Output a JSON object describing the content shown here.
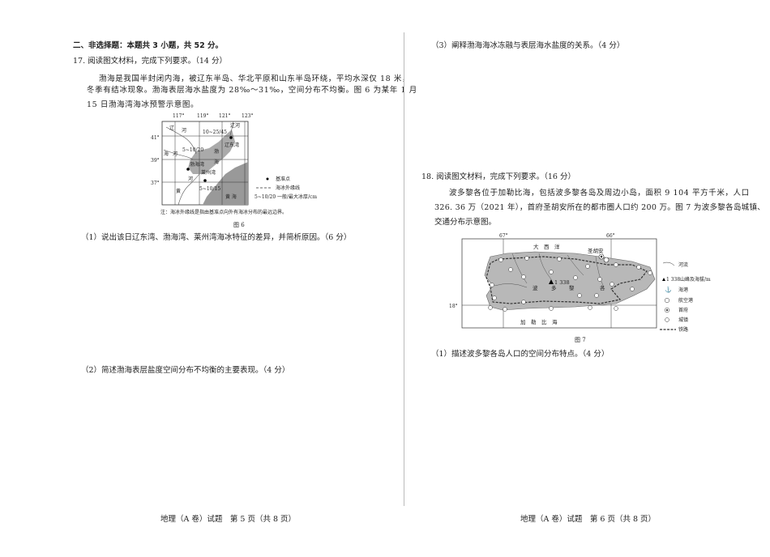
{
  "left_page": {
    "section_heading": "二、非选择题：本题共 3 小题，共 52 分。",
    "q17": {
      "title": "17. 阅读图文材料，完成下列要求。（14 分）",
      "para": [
        "渤海是我国半封闭内海，被辽东半岛、华北平原和山东半岛环绕，平均水深仅 18 米，",
        "冬季有结冰现象。渤海表层海水盐度为 28‰～31‰，空间分布不均衡。图 6 为某年 1 月",
        "15 日渤海湾海冰预警示意图。"
      ],
      "figure": {
        "longitudes": [
          "117°",
          "119°",
          "121°",
          "123°"
        ],
        "latitudes": [
          "41°",
          "39°",
          "37°"
        ],
        "labels": {
          "liao_he": "辽",
          "he1": "河",
          "liao_he2": "辽河",
          "hai": "海",
          "he2": "河",
          "huang": "黄",
          "he3": "河",
          "liaodong_wan": "辽东湾",
          "bohai1": "渤",
          "bohai2": "海",
          "bohai_wan": "渤海湾",
          "laizhou_wan": "莱州湾",
          "huanghai": "黄  海",
          "ice1": "10~25/45",
          "ice2": "5~10/20",
          "ice3": "5~10/15"
        },
        "legend": {
          "point": "基准点",
          "line": "海冰外缘线",
          "thickness_sample": "5~10/20",
          "thickness": "一般/最大冰厚/cm"
        },
        "note": "注：海冰外缘线是指由基准点向外有海冰分布的最远边界。",
        "caption": "图 6"
      },
      "sub1": "（1）说出该日辽东湾、渤海湾、莱州湾海冰特征的差异，并简析原因。（6 分）",
      "sub2": "（2）简述渤海表层盐度空间分布不均衡的主要表现。（4 分）"
    },
    "footer": "地理（A 卷）试题　第 5 页（共 8 页）"
  },
  "right_page": {
    "q17_sub3": "（3）阐释渤海海冰冻融与表层海水盐度的关系。（4 分）",
    "q18": {
      "title": "18. 阅读图文材料，完成下列要求。（16 分）",
      "para": [
        "波多黎各位于加勒比海，包括波多黎各岛及周边小岛，面积 9 104 平方千米，人口",
        "326. 36 万（2021 年），首府圣胡安所在的都市圈人口约 200 万。图 7 为波多黎各岛城镇、",
        "交通分布示意图。"
      ],
      "figure": {
        "longitudes": [
          "67°",
          "66°"
        ],
        "latitudes": [
          "18°"
        ],
        "labels": {
          "atlantic": "大　西　洋",
          "caribbean": "加　勒　比　海",
          "san_juan": "圣胡安",
          "island1": "波",
          "island2": "多",
          "island3": "黎",
          "island4": "各",
          "peak": "1 338"
        },
        "legend": [
          "河流",
          "山峰及海拔/m",
          "海港",
          "航空港",
          "首府",
          "城镇",
          "铁路"
        ],
        "legend_peak_value": "1 338",
        "caption": "图 7"
      },
      "sub1": "（1）描述波多黎各岛人口的空间分布特点。（4 分）"
    },
    "footer": "地理（A 卷）试题　第 6 页（共 8 页）"
  },
  "colors": {
    "land": "#b8b8b8",
    "sea_dark": "#999999",
    "text": "#222222"
  }
}
